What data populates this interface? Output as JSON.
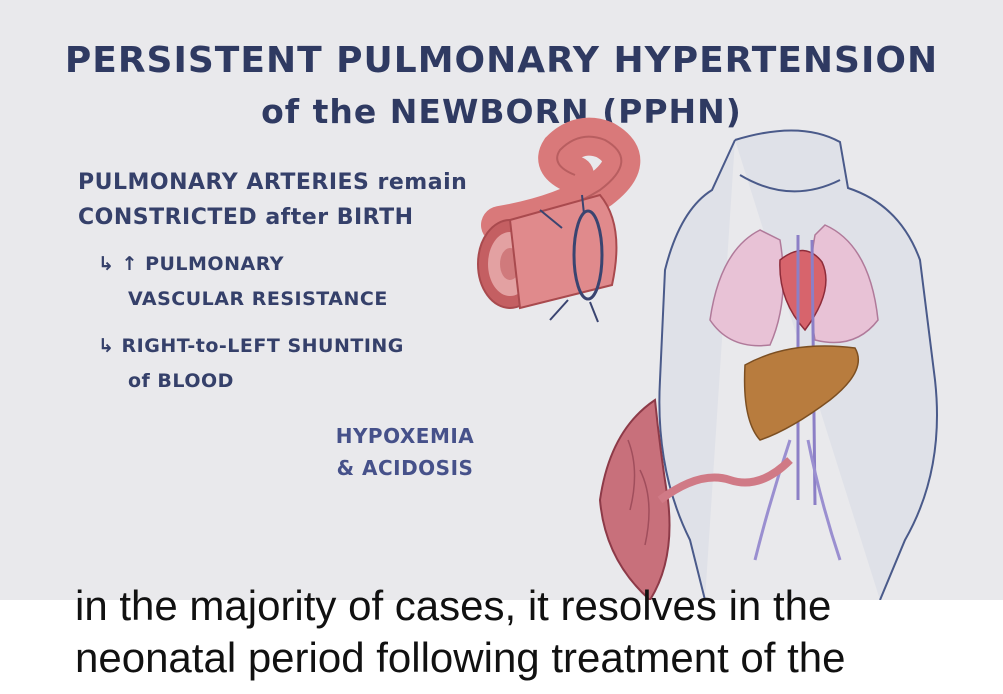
{
  "title": {
    "line1": "PERSISTENT PULMONARY HYPERTENSION",
    "line2": "of the NEWBORN (PPHN)"
  },
  "notes": {
    "line1": "PULMONARY ARTERIES remain",
    "line2": "CONSTRICTED after BIRTH",
    "sub1_line1": "↳ ↑ PULMONARY",
    "sub1_line2": "VASCULAR RESISTANCE",
    "sub2_line1": "↳ RIGHT-to-LEFT SHUNTING",
    "sub2_line2": "of BLOOD",
    "result_line1": "HYPOXEMIA",
    "result_line2": "& ACIDOSIS"
  },
  "caption": {
    "line1": "in the majority of cases, it resolves in the",
    "line2": "neonatal period following treatment of the"
  },
  "colors": {
    "background": "#e9e9ec",
    "title_ink": "#2f3a62",
    "artery": "#d9797a",
    "liver": "#b87c3e",
    "lungs": "#e8c2d6",
    "body_outline": "#4a5a8a"
  }
}
